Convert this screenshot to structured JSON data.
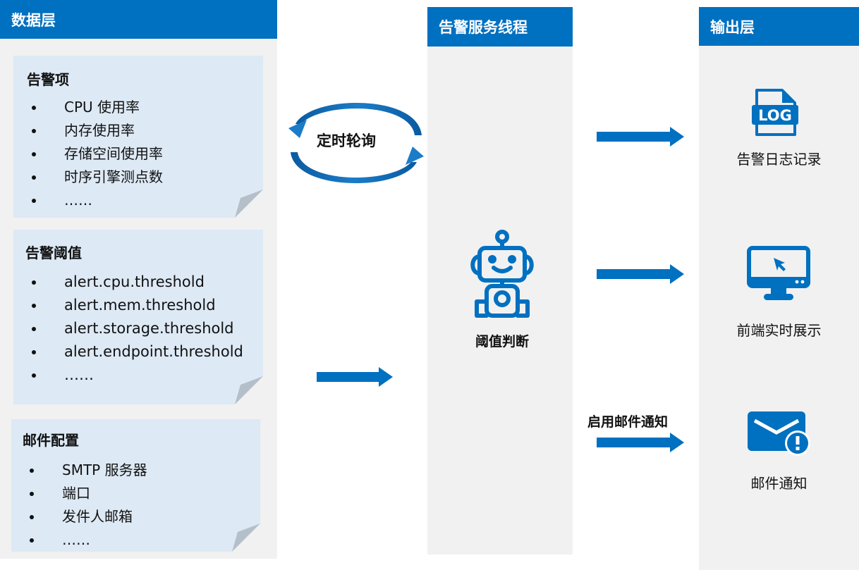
{
  "colors": {
    "brand_blue": "#0070c0",
    "panel_bg": "#f1f1f1",
    "note_bg": "#dde9f5",
    "note_fold": "#b4bfc9"
  },
  "data_layer": {
    "title": "数据层",
    "alert_items": {
      "title": "告警项",
      "items": [
        "CPU 使用率",
        "内存使用率",
        "存储空间使用率",
        "时序引擎测点数",
        "……"
      ]
    },
    "thresholds": {
      "title": "告警阈值",
      "items": [
        "alert.cpu.threshold",
        "alert.mem.threshold",
        "alert.storage.threshold",
        "alert.endpoint.threshold",
        "……"
      ]
    },
    "mail_config": {
      "title": "邮件配置",
      "items": [
        "SMTP 服务器",
        "端口",
        "发件人邮箱",
        "……"
      ]
    }
  },
  "polling": {
    "label": "定时轮询",
    "icon": "cycle-arrows-icon"
  },
  "service": {
    "title": "告警服务线程",
    "judge_label": "阈值判断",
    "icon": "robot-icon"
  },
  "flows": {
    "mail_enable_label": "启用邮件通知"
  },
  "output_layer": {
    "title": "输出层",
    "items": [
      {
        "label": "告警日志记录",
        "icon": "log-file-icon",
        "icon_text": "LOG"
      },
      {
        "label": "前端实时展示",
        "icon": "monitor-cursor-icon"
      },
      {
        "label": "邮件通知",
        "icon": "mail-alert-icon"
      }
    ]
  }
}
